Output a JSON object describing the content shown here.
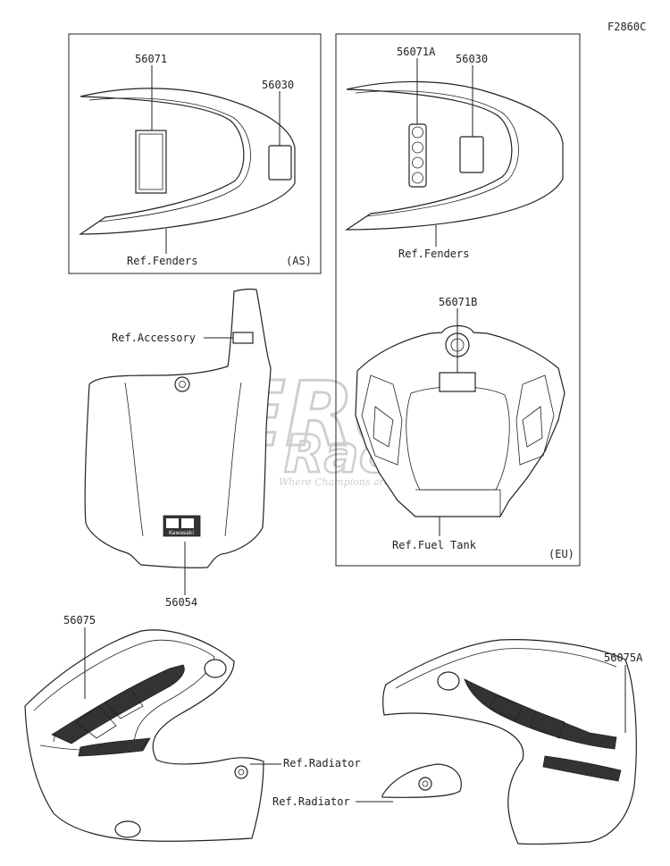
{
  "diagram_code": "F2860C",
  "watermark": {
    "line1": "BERG",
    "line2": "Racing",
    "tagline": "Where Champions are made"
  },
  "panels": {
    "as": {
      "region": "(AS)",
      "ref": "Ref.Fenders",
      "parts": [
        "56071",
        "56030"
      ]
    },
    "eu": {
      "region": "(EU)",
      "ref_fenders": "Ref.Fenders",
      "ref_tank": "Ref.Fuel Tank",
      "parts": [
        "56071A",
        "56030",
        "56071B"
      ]
    }
  },
  "number_plate": {
    "ref": "Ref.Accessory",
    "part": "56054",
    "logo_text": "Kawasaki"
  },
  "shrouds": {
    "left": {
      "part": "56075",
      "ref": "Ref.Radiator"
    },
    "right": {
      "part": "56075A",
      "ref": "Ref.Radiator"
    }
  }
}
